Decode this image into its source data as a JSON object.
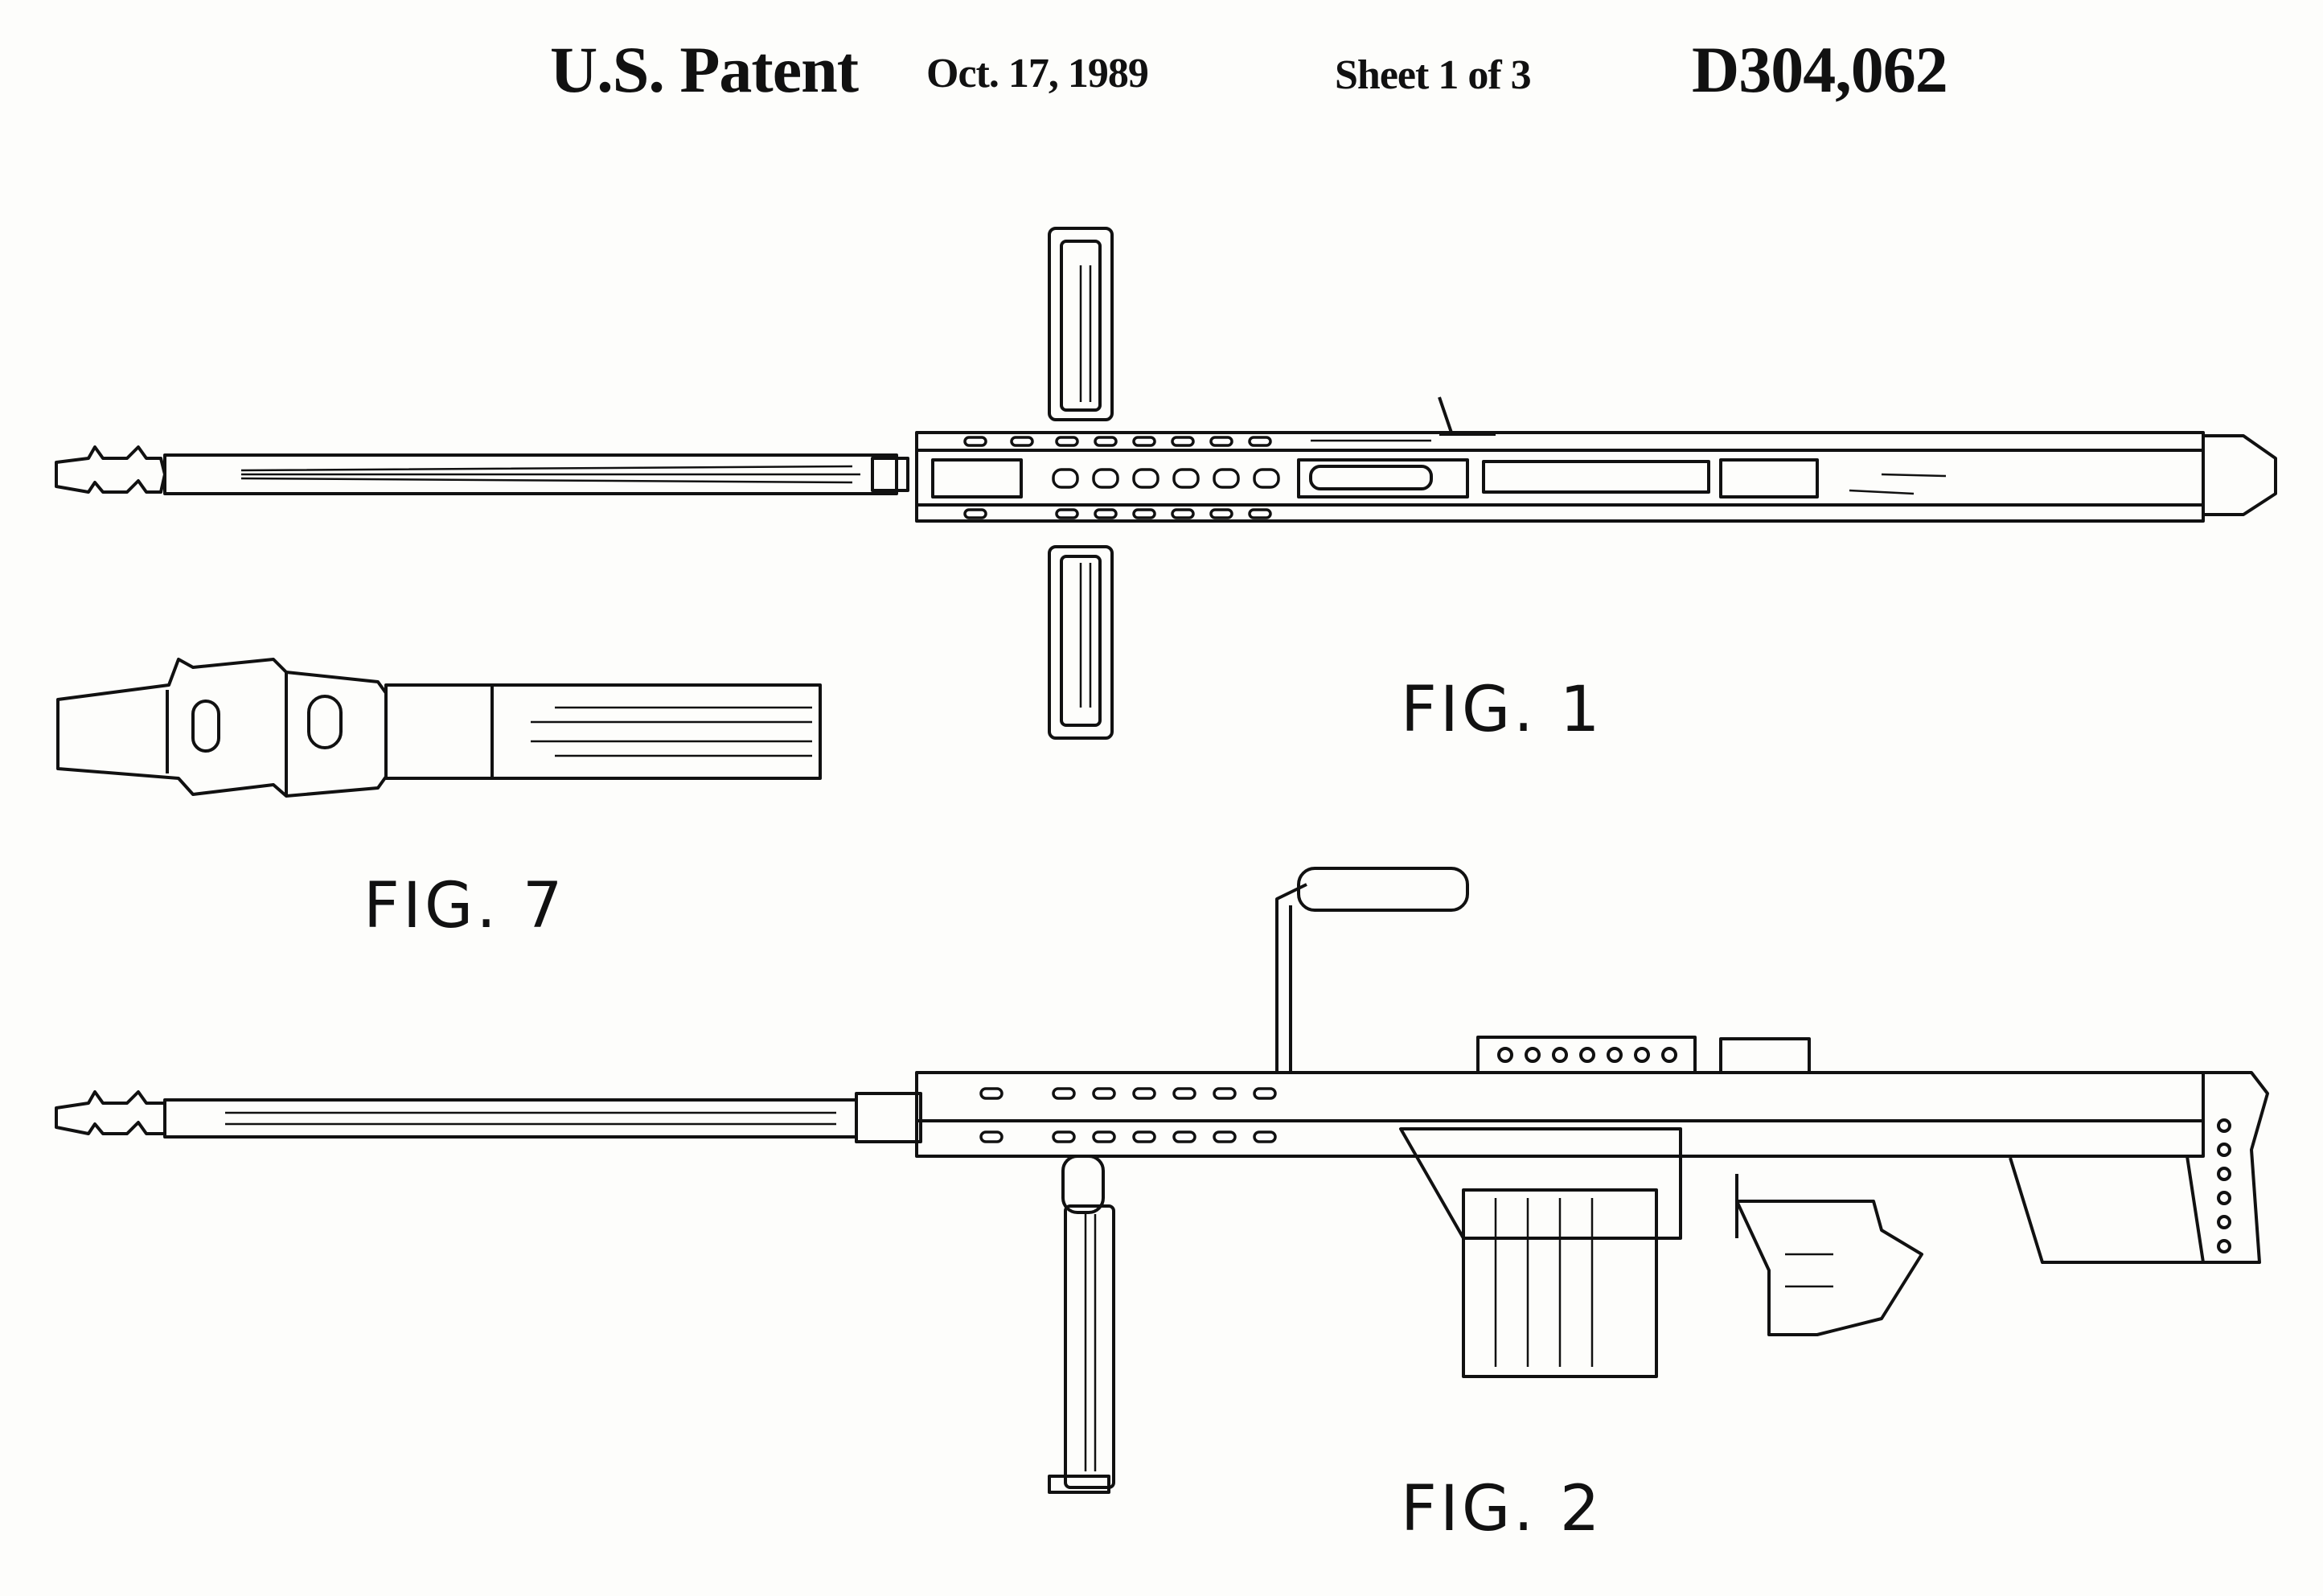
{
  "header": {
    "patent_label": "U.S. Patent",
    "date": "Oct. 17, 1989",
    "sheet": "Sheet 1 of 3",
    "patent_number": "D304,062"
  },
  "figures": {
    "fig1": "FIG. 1",
    "fig7": "FIG. 7",
    "fig2": "FIG. 2"
  }
}
